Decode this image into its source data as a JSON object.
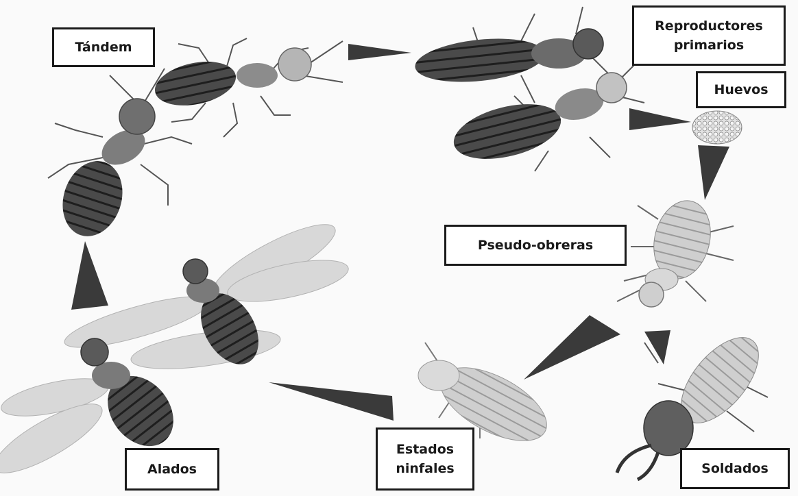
{
  "labels": {
    "tandem": "Tándem",
    "reproductores_line1": "Reproductores",
    "reproductores_line2": "primarios",
    "huevos": "Huevos",
    "pseudo_obreras": "Pseudo-obreras",
    "alados": "Alados",
    "estados_line1": "Estados",
    "estados_line2": "ninfales",
    "soldados": "Soldados"
  },
  "colors": {
    "arrow": "#3a3a3a",
    "body_dark": "#3b3b3b",
    "body_mid": "#8c8c8c",
    "body_light": "#d9d9d9",
    "wing": "#cfcfcf",
    "label_border": "#1a1a1a"
  }
}
